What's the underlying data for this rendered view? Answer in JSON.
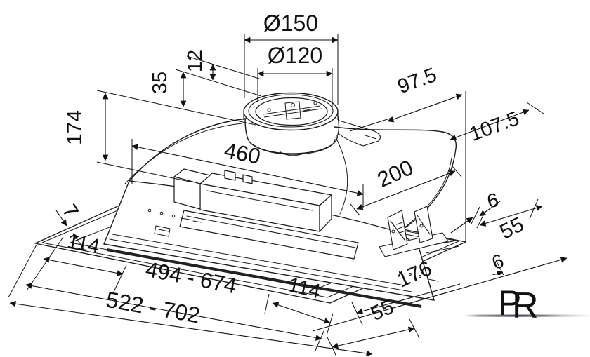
{
  "drawing": {
    "description": "isometric dimensioned drawing of a built-in cooker hood",
    "line_color": "#1a1a1a",
    "dims": {
      "duct_outer": "Ø150",
      "duct_inner": "Ø120",
      "flange_lip": "12",
      "collar_height": "35",
      "body_height": "174",
      "top_right_depth": "97.5",
      "right_depth": "107.5",
      "body_width": "460",
      "body_depth": "200",
      "rim_edge": "7",
      "left_offset": "114",
      "niche_width_range": "494 - 674",
      "right_offset": "114",
      "overall_width_range": "522 - 702",
      "front_depth": "55",
      "bracket_span": "176",
      "corner_gap_lower": "6",
      "side_depth": "55",
      "corner_gap_upper": "6"
    }
  },
  "watermark": {
    "letter_p": "P",
    "letter_r": "R",
    "color": "#2b3547"
  }
}
